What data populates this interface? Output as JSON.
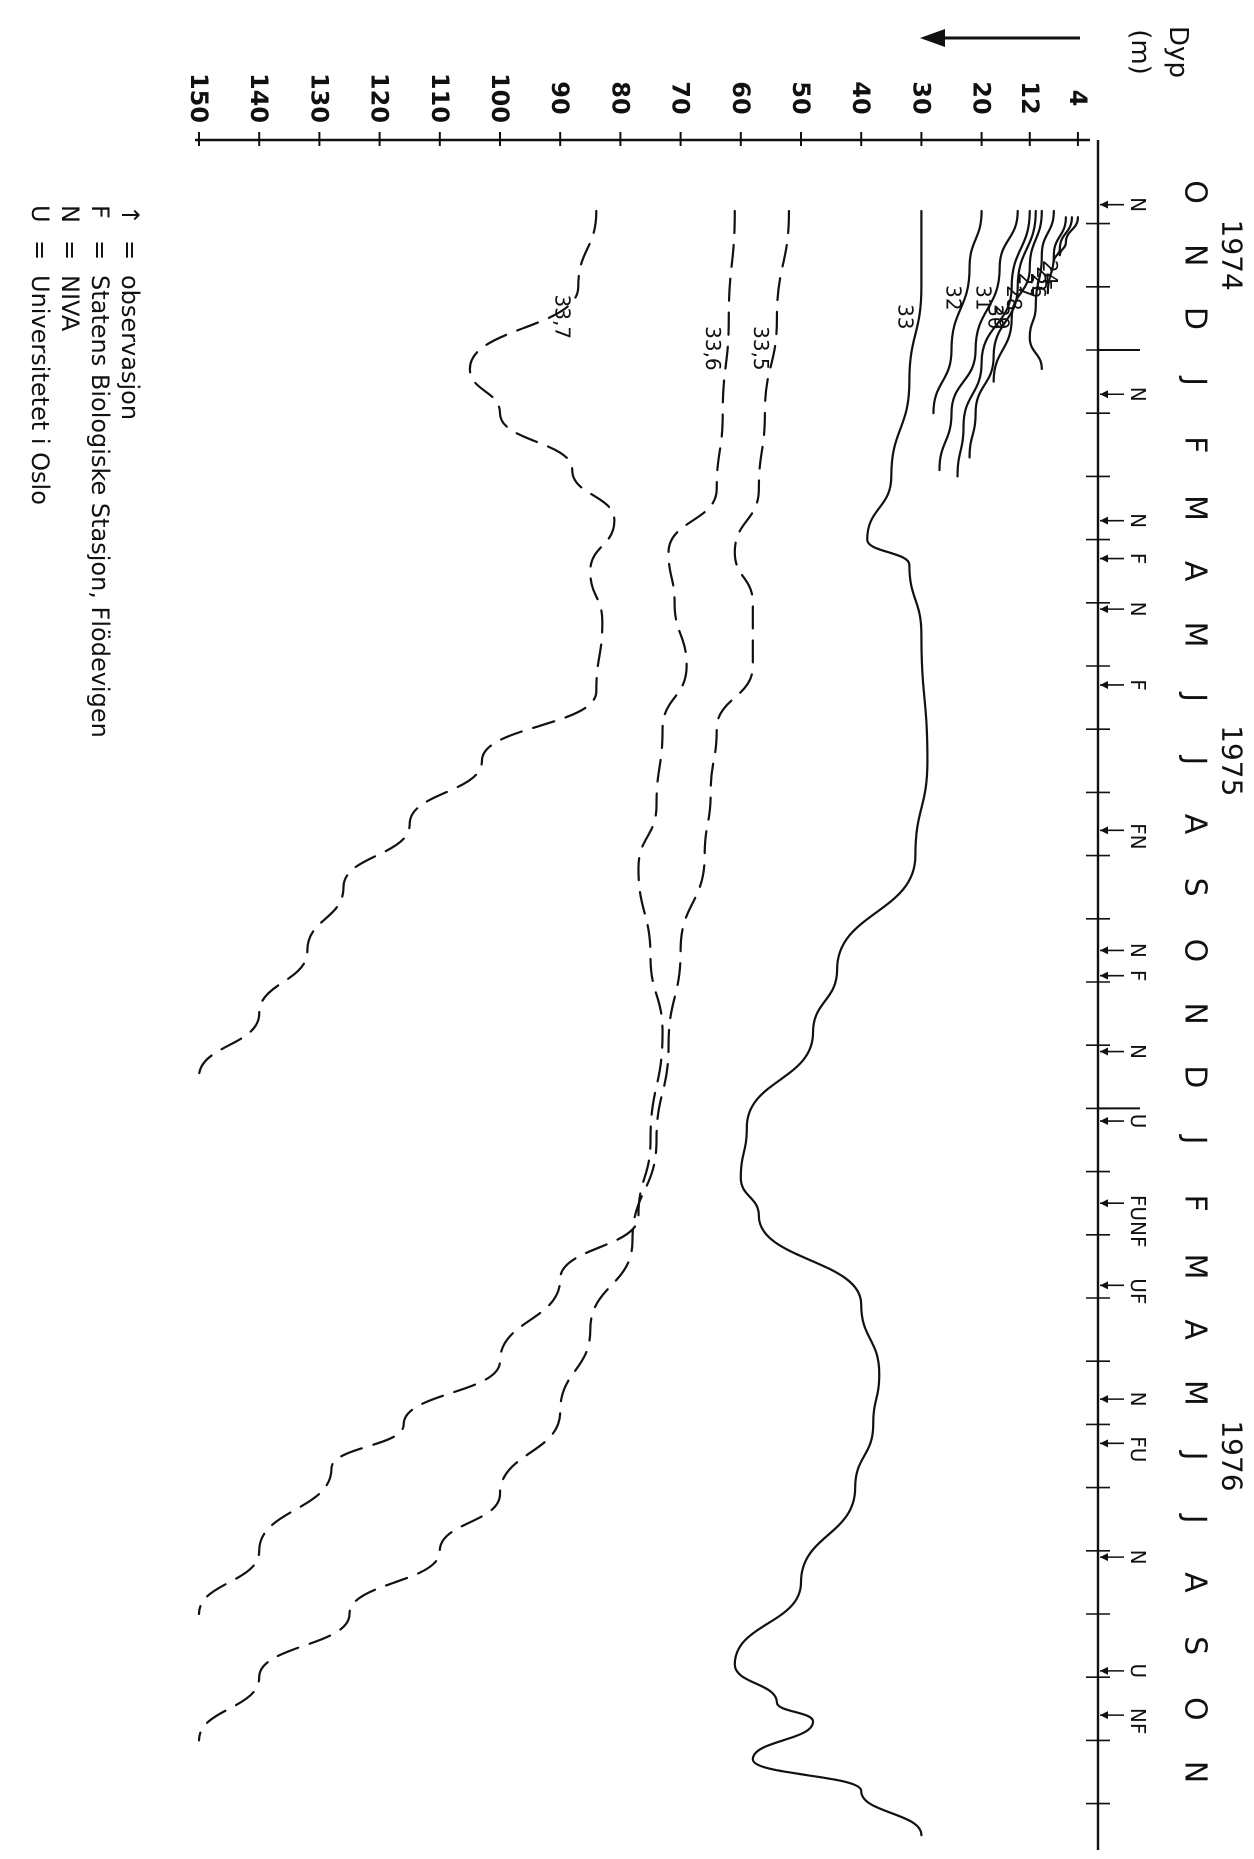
{
  "chart_data": {
    "type": "contour",
    "rotated": "figure rotated 90 degrees clockwise",
    "depth_axis": {
      "title_line1": "Dyp",
      "title_line2": "(m)",
      "ticks": [
        "4",
        "12",
        "20",
        "30",
        "40",
        "50",
        "60",
        "70",
        "80",
        "90",
        "100",
        "110",
        "120",
        "130",
        "140",
        "150"
      ],
      "values": [
        4,
        12,
        20,
        30,
        40,
        50,
        60,
        70,
        80,
        90,
        100,
        110,
        120,
        130,
        140,
        150
      ]
    },
    "years": [
      "1974",
      "1975",
      "1976"
    ],
    "months": [
      "O",
      "N",
      "D",
      "J",
      "F",
      "M",
      "A",
      "M",
      "J",
      "J",
      "A",
      "S",
      "O",
      "N",
      "D",
      "J",
      "F",
      "M",
      "A",
      "M",
      "J",
      "J",
      "A",
      "S",
      "O",
      "N"
    ],
    "observations": [
      {
        "label": "N",
        "month": 0.2
      },
      {
        "label": "N",
        "month": 3.2
      },
      {
        "label": "N",
        "month": 5.2
      },
      {
        "label": "F",
        "month": 5.8
      },
      {
        "label": "N",
        "month": 6.6
      },
      {
        "label": "F",
        "month": 7.8
      },
      {
        "label": "FN",
        "month": 10.1
      },
      {
        "label": "N",
        "month": 12.0
      },
      {
        "label": "F",
        "month": 12.4
      },
      {
        "label": "N",
        "month": 13.6
      },
      {
        "label": "U",
        "month": 14.7
      },
      {
        "label": "FUNF",
        "month": 16.0
      },
      {
        "label": "UF",
        "month": 17.3
      },
      {
        "label": "N",
        "month": 19.1
      },
      {
        "label": "FU",
        "month": 19.8
      },
      {
        "label": "N",
        "month": 21.6
      },
      {
        "label": "U",
        "month": 23.4
      },
      {
        "label": "NF",
        "month": 24.1
      }
    ],
    "isolines": [
      {
        "label": "24",
        "dashed": false,
        "points": [
          [
            0.4,
            4
          ],
          [
            0.8,
            6
          ],
          [
            1.0,
            7
          ]
        ]
      },
      {
        "label": "25",
        "dashed": false,
        "points": [
          [
            0.4,
            5
          ],
          [
            0.9,
            7
          ],
          [
            1.1,
            8
          ]
        ]
      },
      {
        "label": "26",
        "dashed": false,
        "points": [
          [
            0.4,
            6
          ],
          [
            1.0,
            8
          ],
          [
            1.6,
            9
          ]
        ]
      },
      {
        "label": "27",
        "dashed": false,
        "points": [
          [
            0.3,
            8
          ],
          [
            1.0,
            10
          ],
          [
            1.8,
            11
          ],
          [
            2.3,
            12
          ],
          [
            2.8,
            10
          ]
        ]
      },
      {
        "label": "28",
        "dashed": false,
        "points": [
          [
            0.3,
            10
          ],
          [
            1.2,
            12
          ],
          [
            2.0,
            15
          ],
          [
            3.0,
            18
          ]
        ]
      },
      {
        "label": "29",
        "dashed": false,
        "points": [
          [
            0.3,
            11
          ],
          [
            1.5,
            14
          ],
          [
            2.6,
            18
          ],
          [
            3.5,
            21
          ],
          [
            4.2,
            22
          ]
        ]
      },
      {
        "label": "30",
        "dashed": false,
        "points": [
          [
            0.3,
            12
          ],
          [
            1.5,
            15
          ],
          [
            2.7,
            20
          ],
          [
            3.7,
            23
          ],
          [
            4.5,
            24
          ]
        ]
      },
      {
        "label": "31",
        "dashed": false,
        "points": [
          [
            0.3,
            14
          ],
          [
            1.2,
            17
          ],
          [
            2.5,
            21
          ],
          [
            3.5,
            25
          ],
          [
            4.4,
            27
          ]
        ]
      },
      {
        "label": "32",
        "dashed": false,
        "points": [
          [
            0.3,
            20
          ],
          [
            1.2,
            22
          ],
          [
            2.5,
            25
          ],
          [
            3.5,
            28
          ]
        ]
      },
      {
        "label": "33",
        "dashed": false,
        "points": [
          [
            0.3,
            30
          ],
          [
            1.5,
            30
          ],
          [
            3.0,
            32
          ],
          [
            4.5,
            35
          ],
          [
            5.5,
            39
          ],
          [
            5.9,
            32
          ],
          [
            7.0,
            30
          ],
          [
            9.0,
            29
          ],
          [
            10.5,
            31
          ],
          [
            12.3,
            44
          ],
          [
            13.3,
            48
          ],
          [
            14.8,
            59
          ],
          [
            15.6,
            60
          ],
          [
            16.2,
            57
          ],
          [
            17.6,
            40
          ],
          [
            18.7,
            37
          ],
          [
            19.5,
            38
          ],
          [
            20.5,
            41
          ],
          [
            22.0,
            50
          ],
          [
            23.3,
            61
          ],
          [
            23.9,
            54
          ],
          [
            24.2,
            48
          ],
          [
            24.8,
            58
          ],
          [
            25.3,
            40
          ],
          [
            26.0,
            30
          ]
        ]
      },
      {
        "label": "33,5",
        "dashed": true,
        "points": [
          [
            0.3,
            52
          ],
          [
            2.0,
            54
          ],
          [
            3.5,
            56
          ],
          [
            4.7,
            57
          ],
          [
            5.7,
            61
          ],
          [
            6.5,
            58
          ],
          [
            7.5,
            58
          ],
          [
            8.5,
            64
          ],
          [
            9.5,
            65
          ],
          [
            10.5,
            66
          ],
          [
            12.0,
            70
          ],
          [
            13.5,
            72
          ],
          [
            15.0,
            74
          ],
          [
            16.6,
            78
          ],
          [
            18.0,
            85
          ],
          [
            19.3,
            90
          ],
          [
            20.6,
            100
          ],
          [
            21.5,
            110
          ],
          [
            22.5,
            125
          ],
          [
            23.5,
            140
          ],
          [
            24.5,
            150
          ]
        ]
      },
      {
        "label": "33,6",
        "dashed": true,
        "points": [
          [
            0.3,
            61
          ],
          [
            2.0,
            62
          ],
          [
            3.5,
            63
          ],
          [
            4.7,
            64
          ],
          [
            5.7,
            72
          ],
          [
            6.5,
            71
          ],
          [
            7.5,
            69
          ],
          [
            8.5,
            73
          ],
          [
            9.7,
            74
          ],
          [
            10.7,
            77
          ],
          [
            12.1,
            75
          ],
          [
            13.3,
            73
          ],
          [
            15.0,
            75
          ],
          [
            16.2,
            77
          ],
          [
            17.2,
            90
          ],
          [
            18.5,
            100
          ],
          [
            19.5,
            116
          ],
          [
            20.2,
            128
          ],
          [
            21.5,
            140
          ],
          [
            22.5,
            150
          ]
        ]
      },
      {
        "label": "33,7",
        "dashed": true,
        "points": [
          [
            0.3,
            84
          ],
          [
            1.5,
            87
          ],
          [
            2.8,
            105
          ],
          [
            3.5,
            100
          ],
          [
            4.4,
            88
          ],
          [
            5.2,
            81
          ],
          [
            6.0,
            85
          ],
          [
            6.8,
            83
          ],
          [
            7.9,
            84
          ],
          [
            9.0,
            103
          ],
          [
            10.0,
            115
          ],
          [
            11.0,
            126
          ],
          [
            12.0,
            132
          ],
          [
            13.0,
            140
          ],
          [
            14.0,
            150
          ]
        ]
      }
    ],
    "legend": [
      {
        "symbol": "↑",
        "text": "observasjon"
      },
      {
        "symbol": "F",
        "text": "Statens Biologiske Stasjon, Flödevigen"
      },
      {
        "symbol": "N",
        "text": "NIVA"
      },
      {
        "symbol": "U",
        "text": "Universitetet i Oslo"
      }
    ]
  }
}
